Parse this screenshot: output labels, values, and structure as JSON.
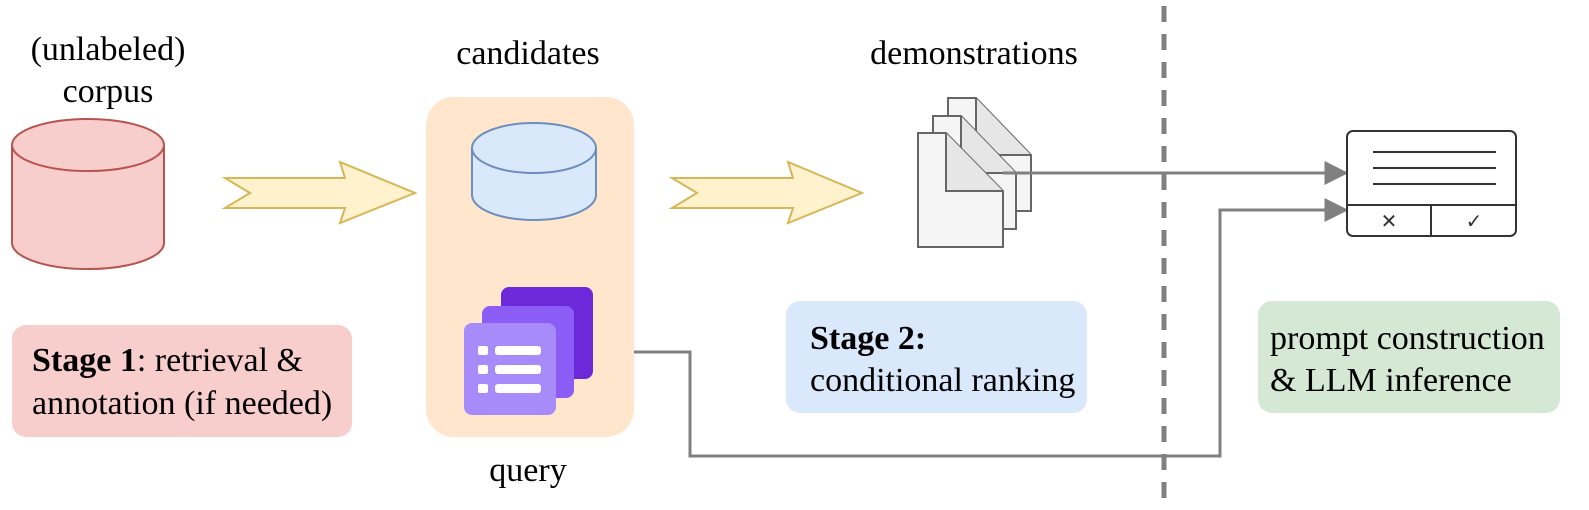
{
  "corpus": {
    "line1": "(unlabeled)",
    "line2": "corpus"
  },
  "candidates": {
    "label": "candidates"
  },
  "query": {
    "label": "query"
  },
  "demonstrations": {
    "label": "demonstrations"
  },
  "stage1": {
    "bold": "Stage 1",
    "rest": ": retrieval &",
    "line2": "annotation (if needed)"
  },
  "stage2": {
    "bold": "Stage 2:",
    "line2": "conditional ranking"
  },
  "stage3": {
    "line1": "prompt construction",
    "line2": "& LLM inference"
  },
  "prompt_card": {
    "reject_symbol": "✕",
    "accept_symbol": "✓"
  },
  "colors": {
    "corpus_fill": "#f8cecc",
    "corpus_stroke": "#b85450",
    "candidates_panel": "#ffe6cc",
    "candidates_fill": "#dae8fc",
    "candidates_stroke": "#6c8ebf",
    "stage1_box": "#f8cecc",
    "stage2_box": "#dae8fc",
    "stage3_box": "#d5e8d4",
    "arrow_fill": "#fff2cc",
    "arrow_stroke": "#d6b656",
    "connector": "#808080",
    "query_purple": "#7c3aed"
  }
}
